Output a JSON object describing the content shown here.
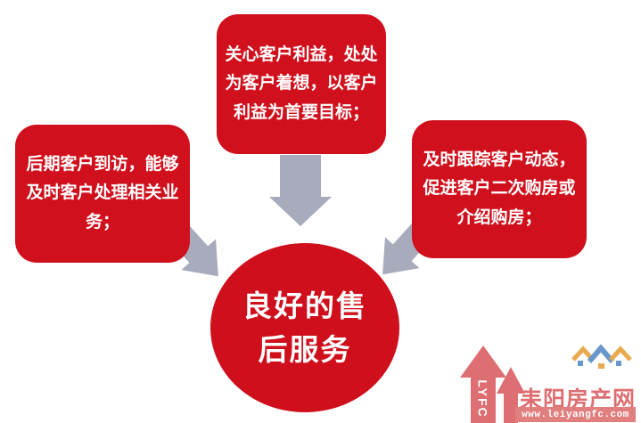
{
  "colors": {
    "red": "#d0111d",
    "circle_red": "#cf0f1c",
    "arrow_gray": "#a8abbc",
    "wm_salmon": "#dd6e72",
    "wm_bar": "#e17e7e",
    "roof_orange": "#e9a94e",
    "roof_blue": "#6a97ca"
  },
  "diagram": {
    "boxes": [
      {
        "position": "left",
        "text": "后期客户到访，能够及时客户处理相关业务；"
      },
      {
        "position": "top",
        "text": "关心客户利益，处处为客户着想，以客户利益为首要目标；"
      },
      {
        "position": "right",
        "text": "及时跟踪客户动态，促进客户二次购房或介绍购房；"
      }
    ],
    "center": {
      "text": "良好的售后服务",
      "lines": [
        "良好的售",
        "后服务"
      ]
    }
  },
  "watermark": {
    "acronym": "LYFC",
    "site_name": "耒阳房产网",
    "url": "www.leiyangfc.com"
  }
}
